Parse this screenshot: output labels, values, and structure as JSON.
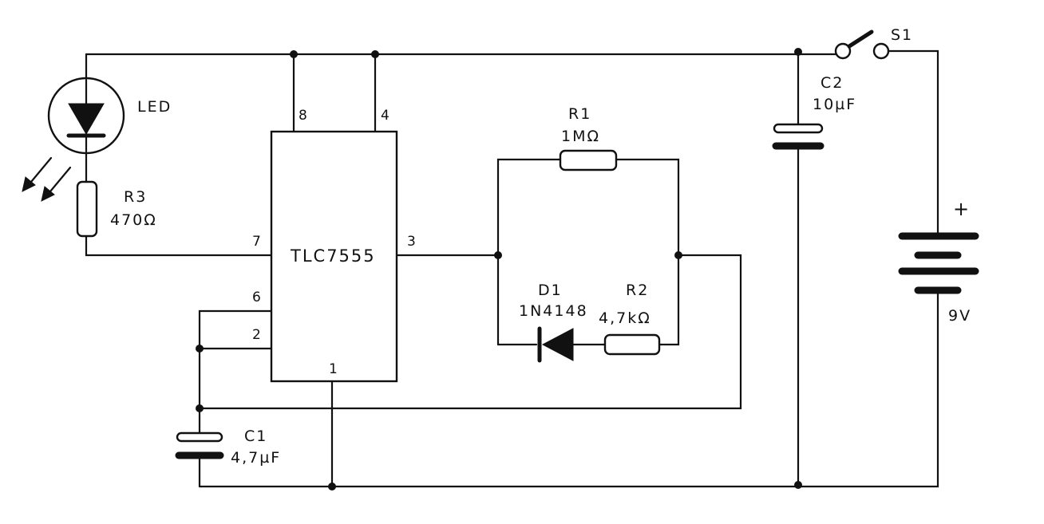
{
  "ic": {
    "name": "TLC7555",
    "pins": {
      "p8": "8",
      "p4": "4",
      "p7": "7",
      "p6": "6",
      "p2": "2",
      "p3": "3",
      "p1": "1"
    }
  },
  "led": {
    "label": "LED"
  },
  "r3": {
    "ref": "R3",
    "value": "470Ω"
  },
  "r1": {
    "ref": "R1",
    "value": "1MΩ"
  },
  "r2": {
    "ref": "R2",
    "value": "4,7kΩ"
  },
  "d1": {
    "ref": "D1",
    "value": "1N4148"
  },
  "c1": {
    "ref": "C1",
    "value": "4,7µF"
  },
  "c2": {
    "ref": "C2",
    "value": "10µF"
  },
  "s1": {
    "ref": "S1"
  },
  "battery": {
    "polarity": "+",
    "value": "9V"
  },
  "colors": {
    "ink": "#111111",
    "paper": "#ffffff"
  }
}
